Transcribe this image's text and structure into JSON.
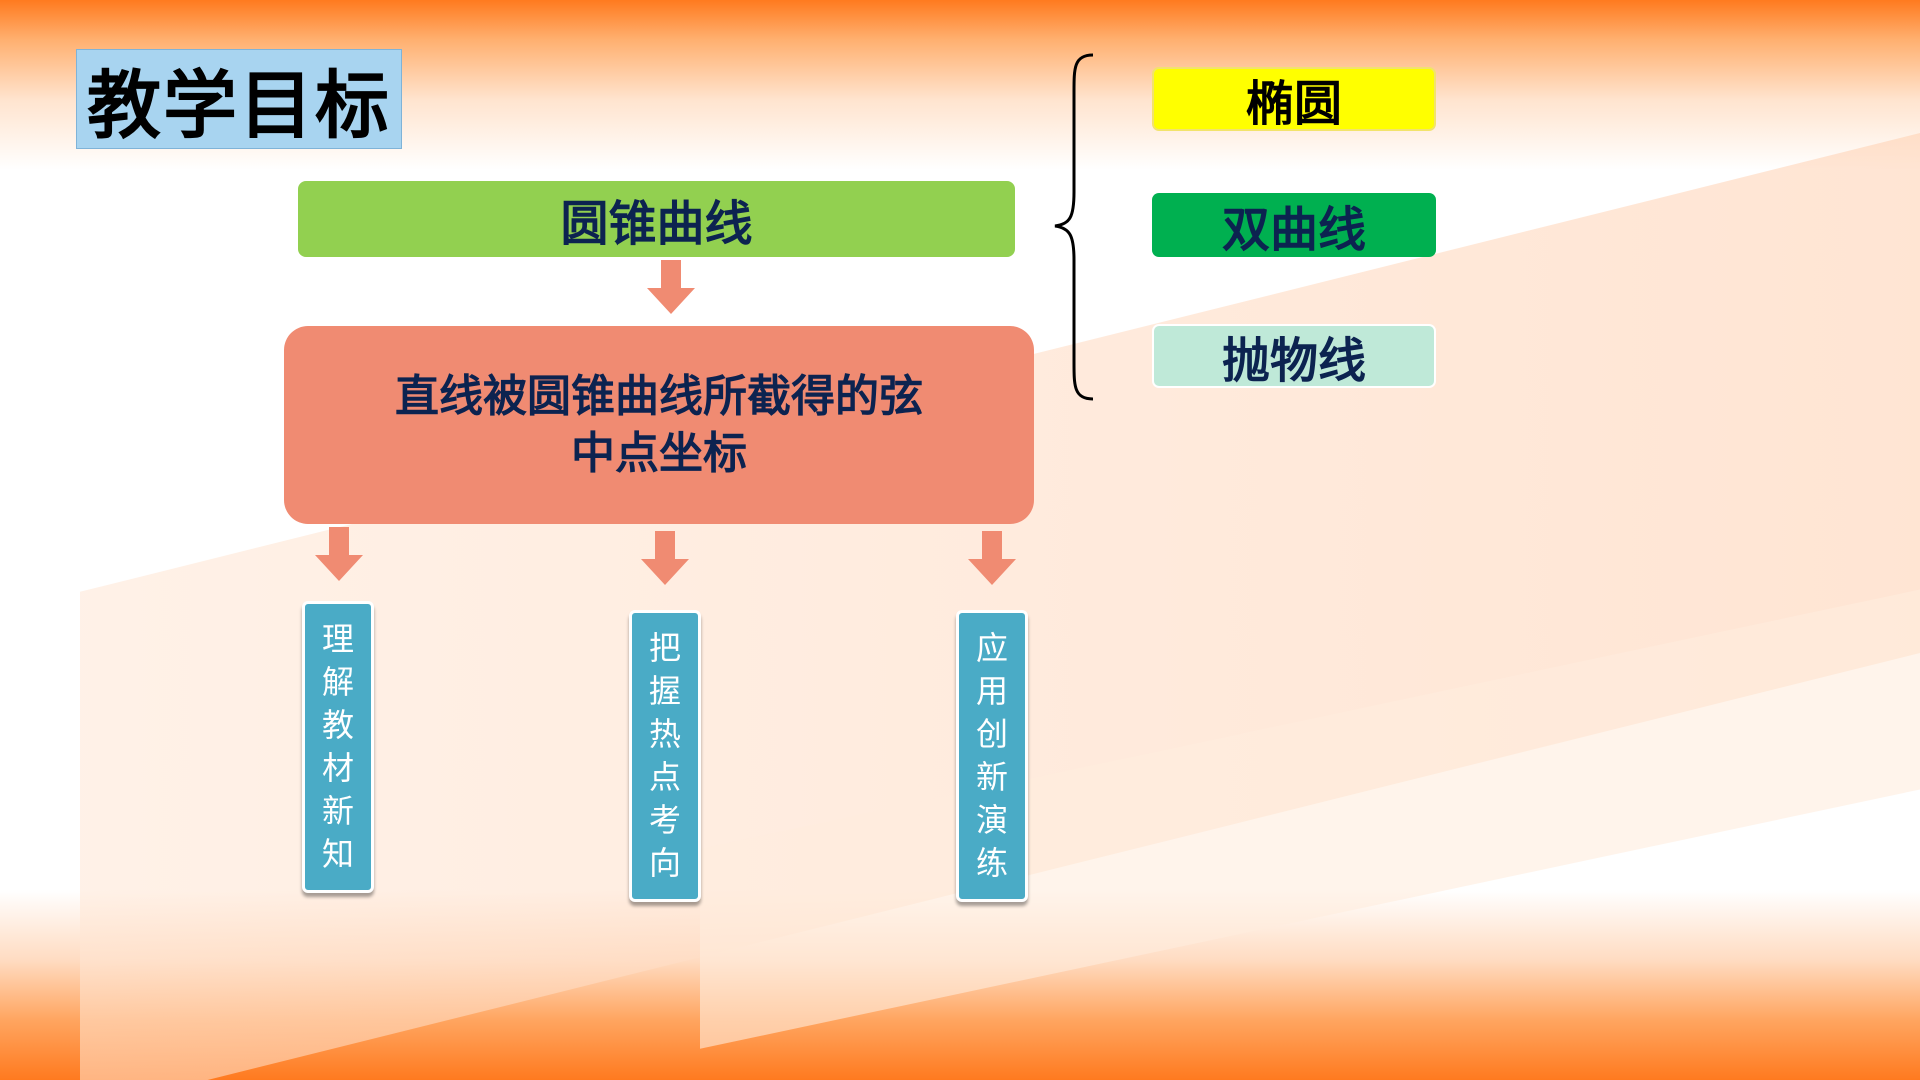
{
  "title": "教学目标",
  "top_topic": "圆锥曲线",
  "main_box": {
    "line1": "直线被圆锥曲线所截得的弦",
    "line2": "中点坐标"
  },
  "sub_boxes": [
    {
      "chars": [
        "理",
        "解",
        "教",
        "材",
        "新",
        "知"
      ]
    },
    {
      "chars": [
        "把",
        "握",
        "热",
        "点",
        "考",
        "向"
      ]
    },
    {
      "chars": [
        "应",
        "用",
        "创",
        "新",
        "演",
        "练"
      ]
    }
  ],
  "curve_types": [
    {
      "label": "椭圆",
      "color": "#ffff00"
    },
    {
      "label": "双曲线",
      "color": "#00b050"
    },
    {
      "label": "抛物线",
      "color": "#bfe9d8"
    }
  ],
  "colors": {
    "arrow": "#f08b72",
    "green_bar": "#92d050",
    "salmon_box": "#f08b72",
    "sub_box": "#4aabc6",
    "title_bg": "#a8d4f0",
    "text_navy": "#0c2350"
  }
}
